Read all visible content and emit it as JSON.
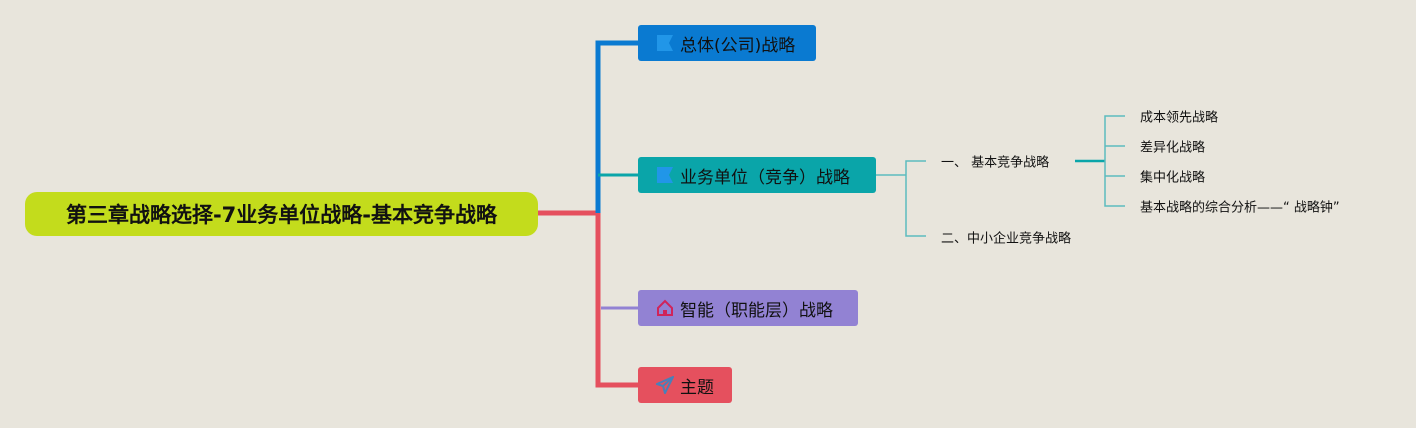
{
  "root": {
    "label": "第三章战略选择-7业务单位战略-基本竞争战略",
    "color": "#c3dc1c"
  },
  "branches": [
    {
      "label": "总体(公司)战略",
      "icon": "flag-icon",
      "color": "#0a7ad1"
    },
    {
      "label": "业务单位（竞争）战略",
      "icon": "flag-icon",
      "color": "#0aa5a9",
      "children": [
        {
          "label": "一、 基本竞争战略",
          "children": [
            {
              "label": "成本领先战略"
            },
            {
              "label": "差异化战略"
            },
            {
              "label": "集中化战略"
            },
            {
              "label": "基本战略的综合分析——“ 战略钟”"
            }
          ]
        },
        {
          "label": "二、中小企业竞争战略"
        }
      ]
    },
    {
      "label": "智能（职能层）战略",
      "icon": "home-icon",
      "color": "#9282d3"
    },
    {
      "label": "主题",
      "icon": "paper-plane-icon",
      "color": "#e5505e"
    }
  ]
}
